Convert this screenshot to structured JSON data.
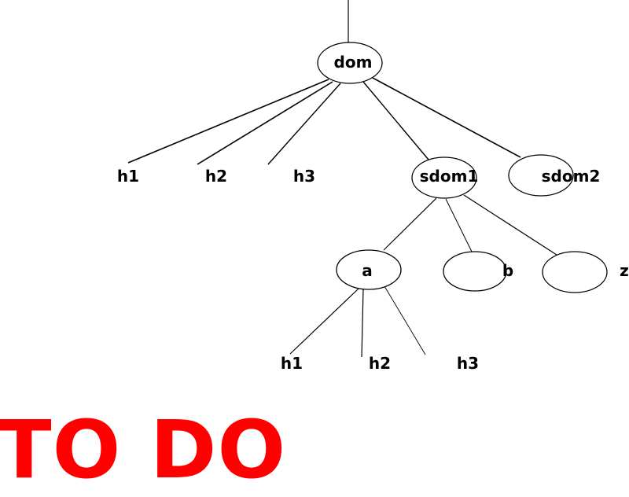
{
  "colors": {
    "line": "#000000",
    "text": "#000000",
    "todo": "#ff0000"
  },
  "nodes": {
    "dom": "dom",
    "h1_top": "h1",
    "h2_top": "h2",
    "h3_top": "h3",
    "sdom1": "sdom1",
    "sdom2": "sdom2",
    "a": "a",
    "b": "b",
    "z": "z",
    "h1_bottom": "h1",
    "h2_bottom": "h2",
    "h3_bottom": "h3"
  },
  "banner": "TO DO"
}
